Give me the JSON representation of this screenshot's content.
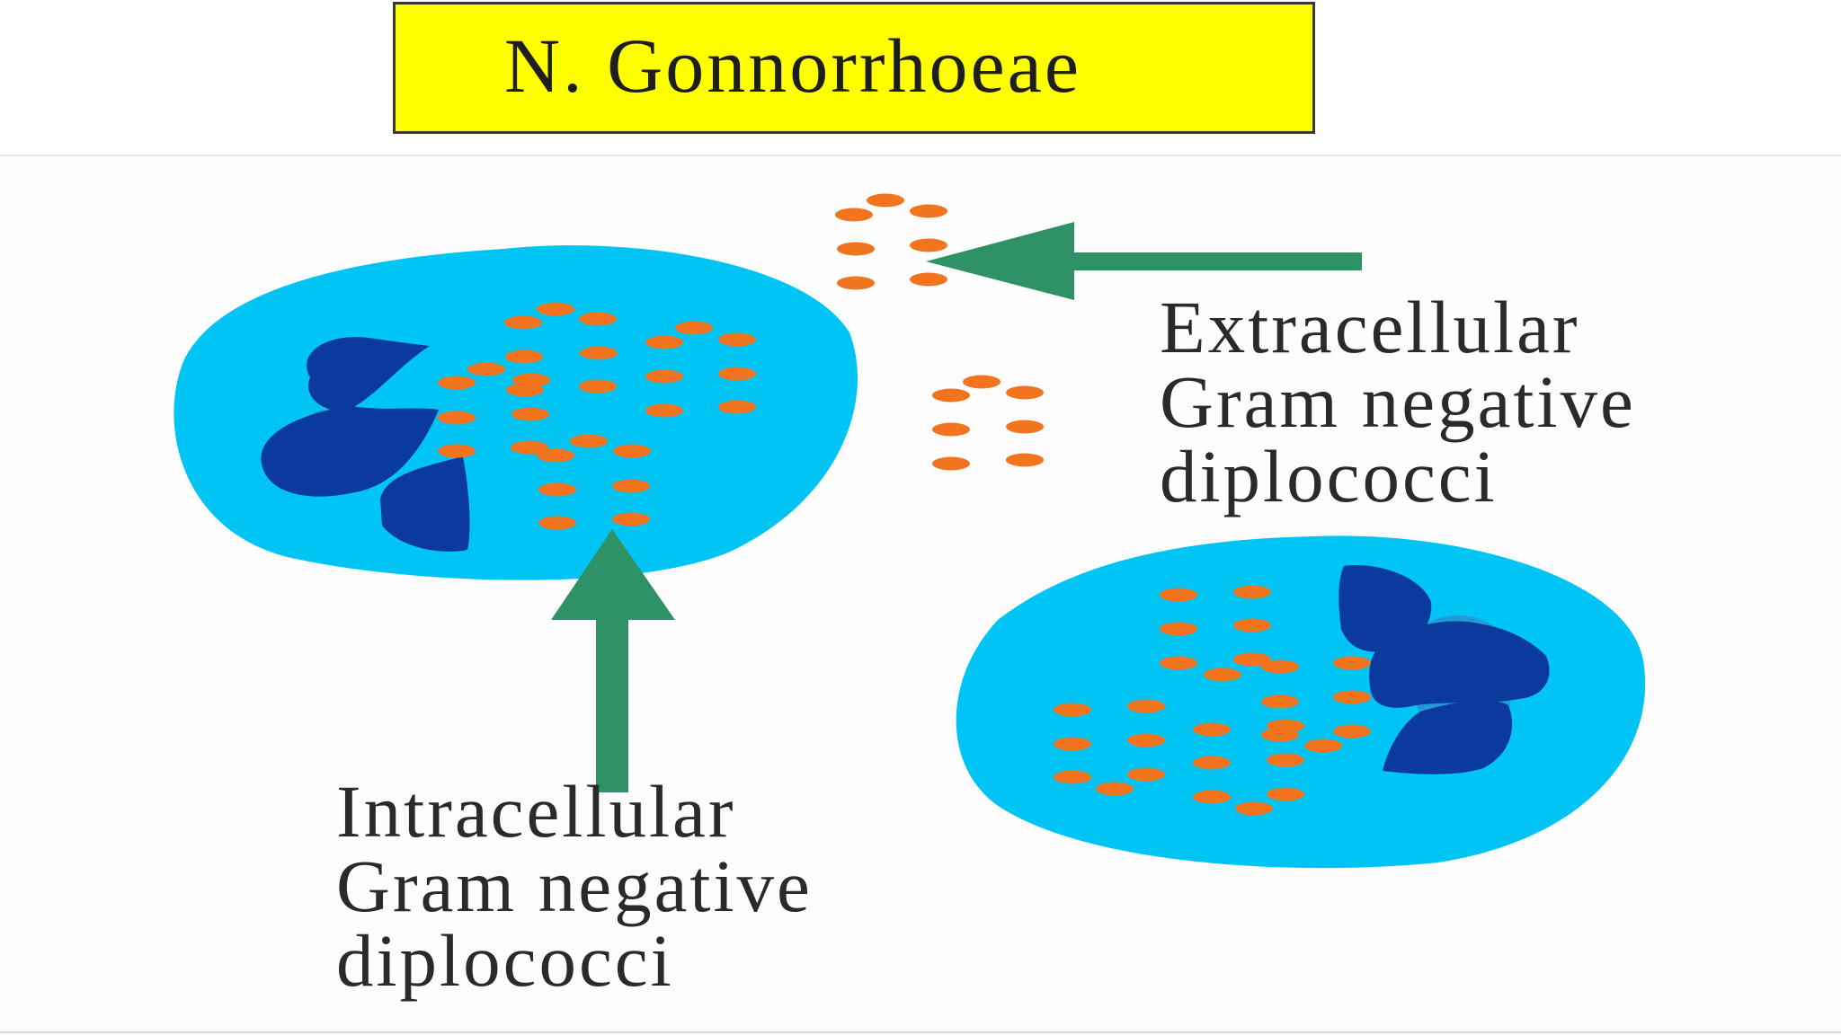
{
  "title": "N. Gonnorrhoeae",
  "labels": {
    "extracellular": {
      "line1": "Extracellular",
      "line2": "Gram negative",
      "line3": "diplococci"
    },
    "intracellular": {
      "line1": "Intracellular",
      "line2": "Gram negative",
      "line3": "diplococci"
    }
  },
  "colors": {
    "title_background": "#ffff00",
    "cell_cytoplasm": "#00c4f4",
    "nucleus": "#0a3a9c",
    "diplococci": "#f2741e",
    "arrow": "#2f9266"
  }
}
